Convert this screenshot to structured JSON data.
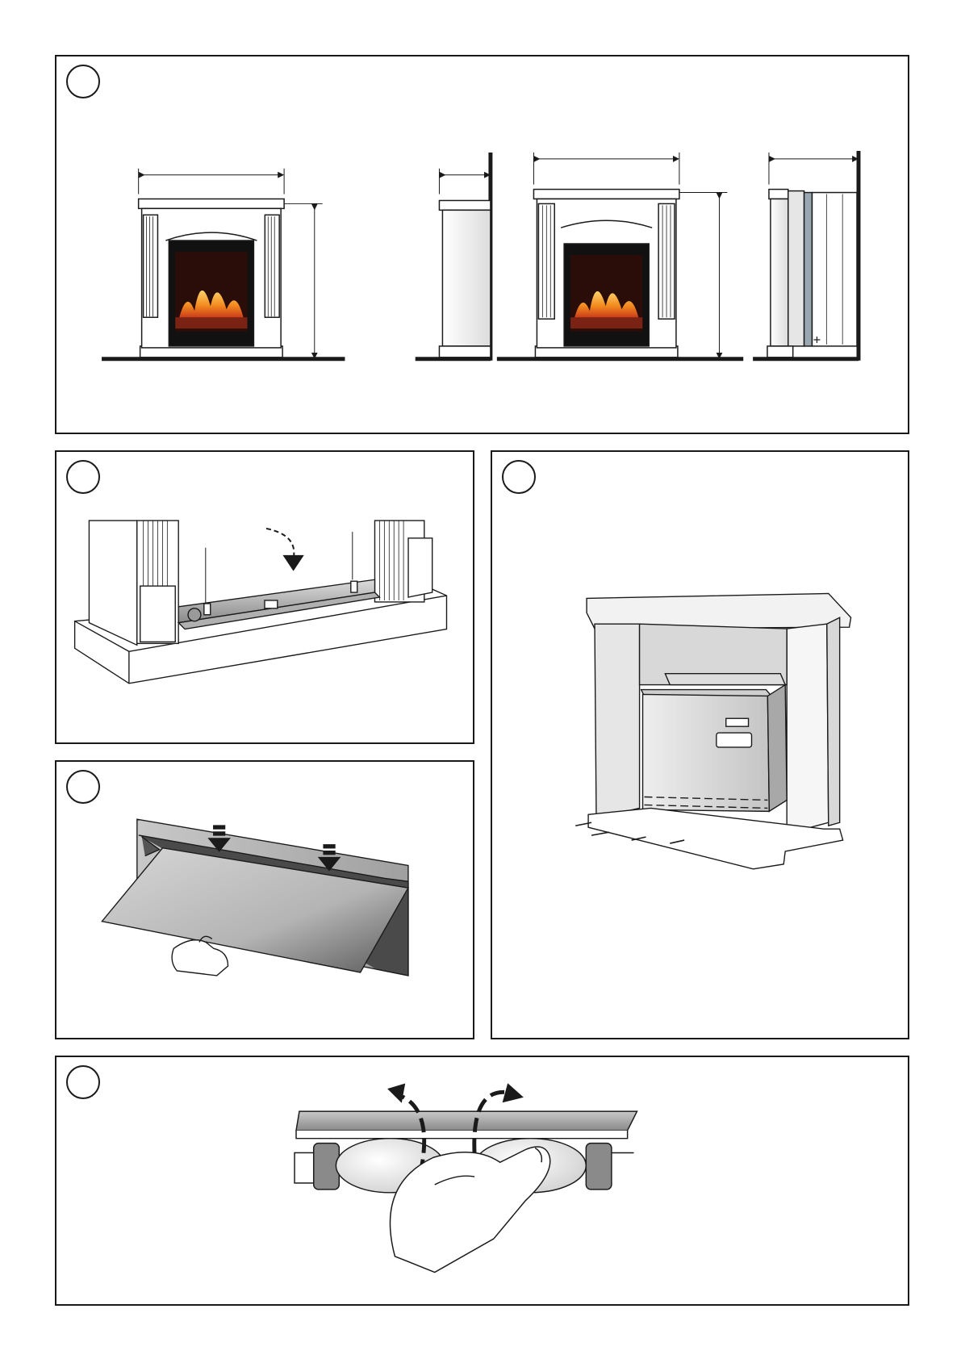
{
  "document": {
    "type": "assembly-instructions-illustrations",
    "panels": [
      {
        "id": "panel-1",
        "step_label": "",
        "content": "dimension-views"
      },
      {
        "id": "panel-2",
        "step_label": "",
        "content": "insert-mounting-rail"
      },
      {
        "id": "panel-3",
        "step_label": "",
        "content": "attach-front-panel"
      },
      {
        "id": "panel-4",
        "step_label": "",
        "content": "insert-firebox"
      },
      {
        "id": "panel-5",
        "step_label": "",
        "content": "replace-bulb"
      }
    ]
  },
  "colors": {
    "line": "#1a1a1a",
    "metal": "#b9b9b9",
    "metal_dark": "#6b6b6b",
    "flame_orange": "#f28a1e",
    "flame_red": "#c0281a",
    "firebox_black": "#111111"
  }
}
